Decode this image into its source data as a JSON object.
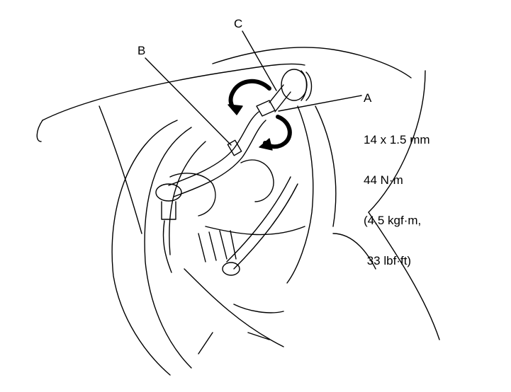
{
  "labels": {
    "a": "A",
    "b": "B",
    "c": "C"
  },
  "spec": {
    "thread": "14 x 1.5 mm",
    "torque_nm": "44 N·m",
    "torque_kgf": "(4.5 kgf·m,",
    "torque_lbf": " 33 lbf·ft)"
  },
  "colors": {
    "line": "#000000",
    "background": "#ffffff"
  }
}
